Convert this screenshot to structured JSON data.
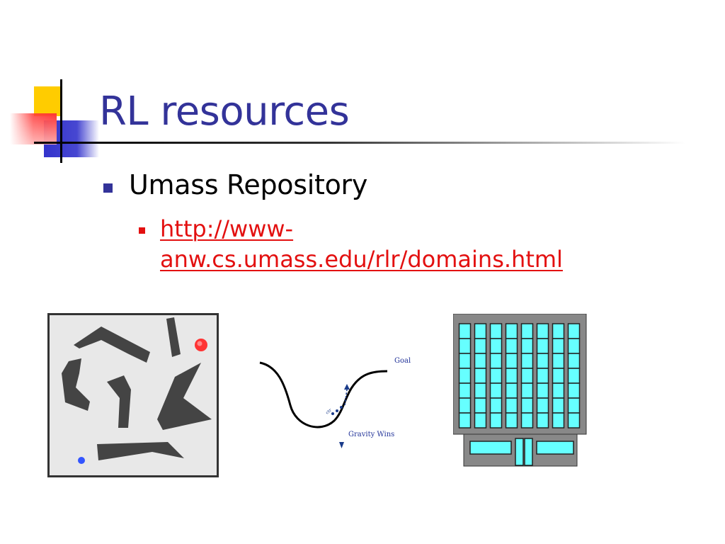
{
  "slide": {
    "title": "RL resources",
    "bullets": [
      {
        "text": "Umass Repository",
        "sub_items": [
          {
            "link_line1": "http://www-",
            "link_line2": "anw.cs.umass.edu/rlr/domains.html"
          }
        ]
      }
    ]
  },
  "figures": {
    "mountain_car": {
      "goal_label": "Goal",
      "gravity_label": "Gravity Wins"
    }
  },
  "colors": {
    "title": "#333399",
    "bullet_level1": "#333399",
    "bullet_level2": "#e31010",
    "link": "#e31010",
    "deco_yellow": "#ffcc00",
    "deco_blue": "#3333cc",
    "deco_red": "#ff3333",
    "obstacle": "#444444",
    "building_window": "#66ffff"
  },
  "icons": {
    "title_decoration": "corner-squares-decoration",
    "bullet1": "square-bullet",
    "bullet2": "square-bullet"
  }
}
